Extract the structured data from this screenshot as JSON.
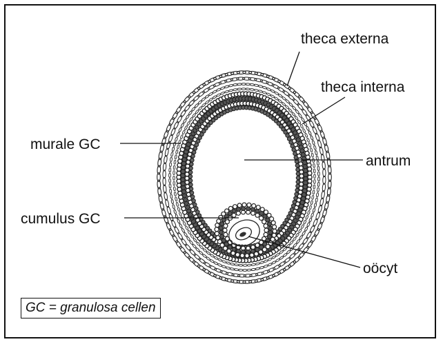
{
  "labels": {
    "theca_externa": "theca externa",
    "theca_interna": "theca interna",
    "murale_gc": "murale GC",
    "antrum": "antrum",
    "cumulus_gc": "cumulus GC",
    "oocyt": "oöcyt"
  },
  "legend": "GC = granulosa cellen"
}
